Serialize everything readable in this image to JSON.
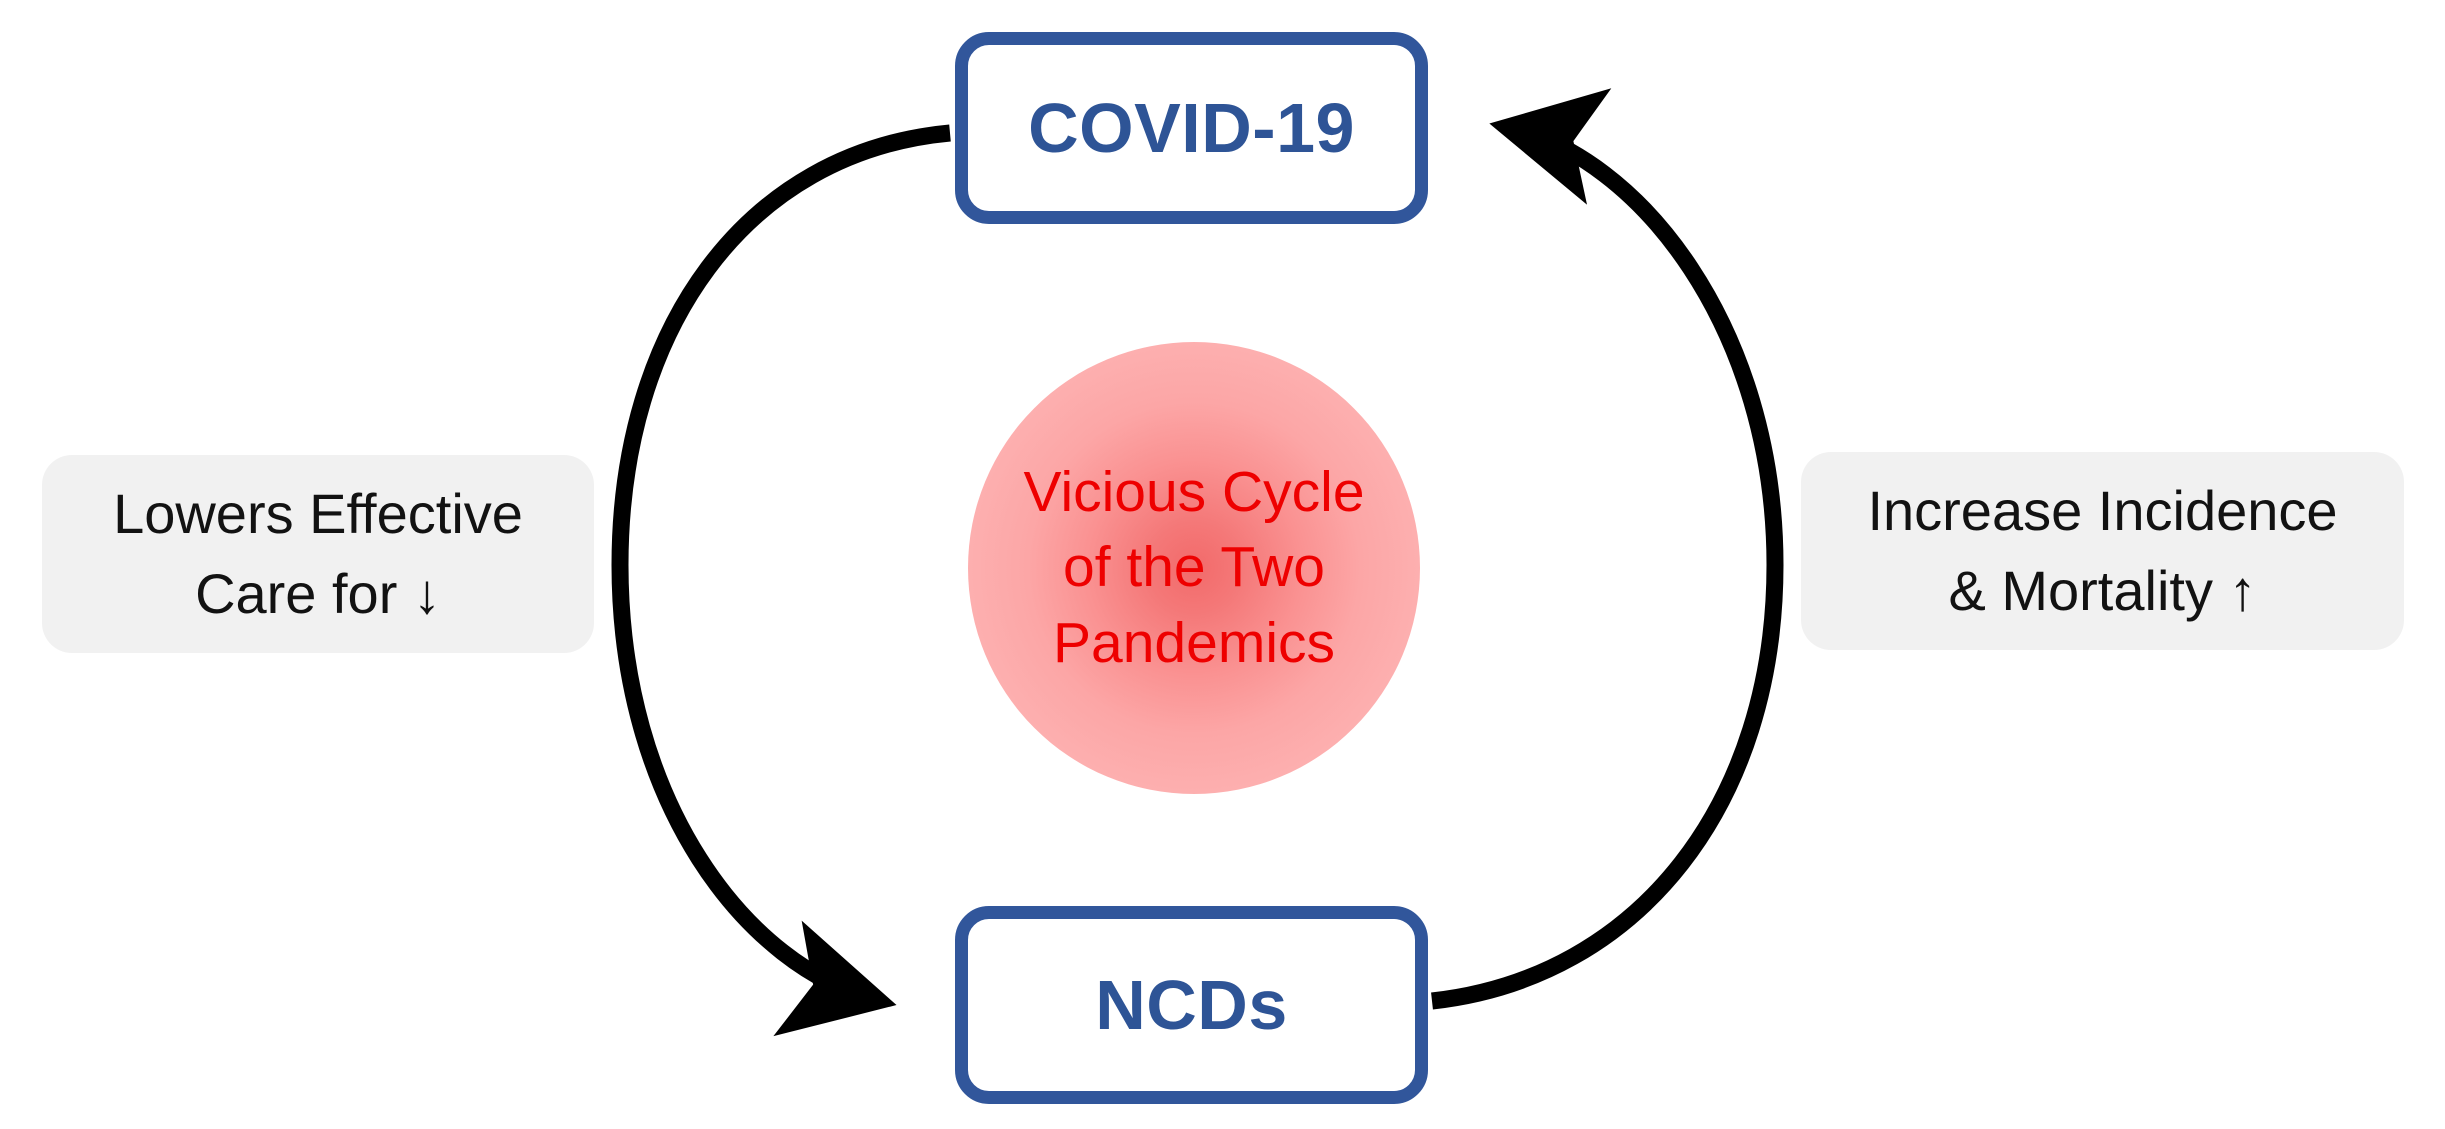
{
  "diagram": {
    "title_text": "Vicious Cycle of the Two Pandemics",
    "type": "cyclic-feedback-loop",
    "nodes": [
      {
        "id": "covid",
        "label": "COVID-19"
      },
      {
        "id": "ncds",
        "label": "NCDs"
      }
    ],
    "center": {
      "label": "Vicious Cycle\nof the Two\nPandemics",
      "color": "#EE0000",
      "fill_center": "#F26A6A",
      "fill_edge": "#FDB3B3"
    },
    "edges": [
      {
        "id": "covid-to-ncds",
        "from": "COVID-19",
        "to": "NCDs",
        "side": "left",
        "label": "Lowers Effective\nCare for ↓",
        "direction_glyph": "↓",
        "arrow": "down-arrow-icon"
      },
      {
        "id": "ncds-to-covid",
        "from": "NCDs",
        "to": "COVID-19",
        "side": "right",
        "label": "Increase Incidence\n& Mortality ↑",
        "direction_glyph": "↑",
        "arrow": "up-arrow-icon"
      }
    ],
    "colors": {
      "node_border": "#31569B",
      "node_text": "#2E5496",
      "arc_stroke": "#000000",
      "chip_background": "#F1F1F1",
      "chip_text": "#121212",
      "page_background": "#FFFFFF"
    }
  }
}
